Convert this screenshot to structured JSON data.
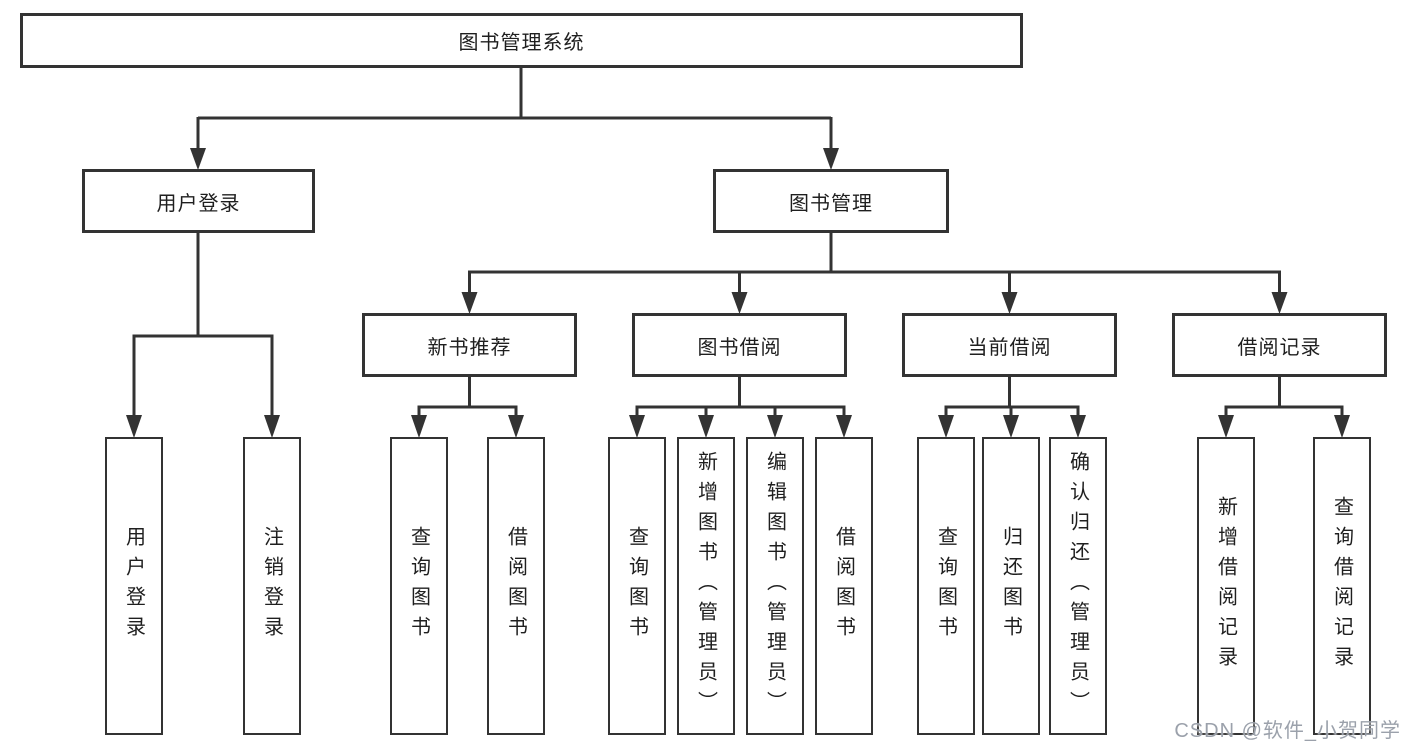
{
  "title": "图书管理系统",
  "level2": {
    "user_login": "用户登录",
    "book_management": "图书管理"
  },
  "level3": {
    "new_book": "新书推荐",
    "book_borrow": "图书借阅",
    "current_borrow": "当前借阅",
    "borrow_records": "借阅记录"
  },
  "leaves": {
    "user_login": [
      "用户登录",
      "注销登录"
    ],
    "new_book": [
      "查询图书",
      "借阅图书"
    ],
    "book_borrow": [
      "查询图书",
      "新增图书（管理员）",
      "编辑图书（管理员）",
      "借阅图书"
    ],
    "current_borrow": [
      "查询图书",
      "归还图书",
      "确认归还（管理员）"
    ],
    "borrow_records": [
      "新增借阅记录",
      "查询借阅记录"
    ]
  },
  "watermark": "CSDN @软件_小贺同学",
  "colors": {
    "line": "#333333",
    "text": "#1f1f1f",
    "watermark": "#9ba1ab",
    "bg": "#ffffff"
  }
}
